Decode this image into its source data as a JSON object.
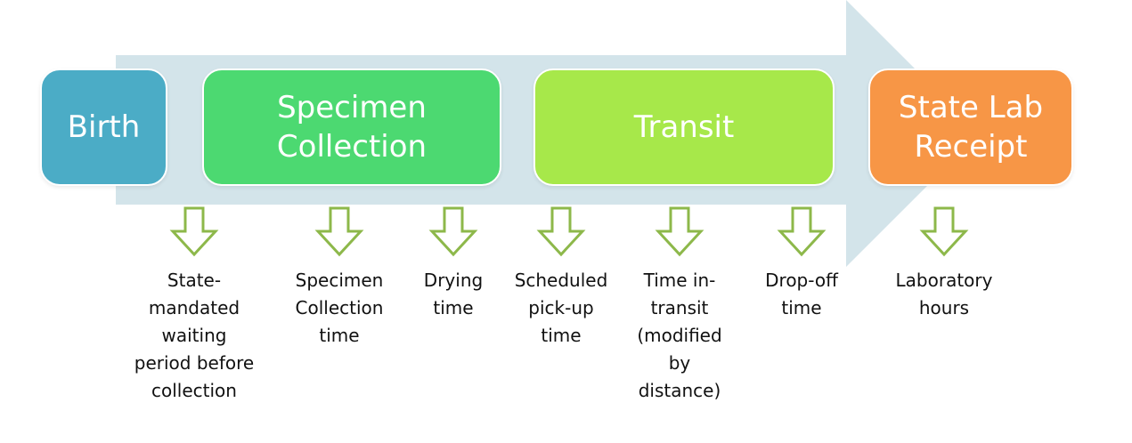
{
  "colors": {
    "background_arrow": "#D3E4EA",
    "birth": "#4BACC6",
    "specimen_collection": "#4CD971",
    "transit": "#A7E84A",
    "state_lab_receipt": "#F79646",
    "down_arrow_stroke": "#8DB84A"
  },
  "stages": [
    {
      "id": "birth",
      "label": "Birth"
    },
    {
      "id": "specimen_collection",
      "label": "Specimen\nCollection"
    },
    {
      "id": "transit",
      "label": "Transit"
    },
    {
      "id": "state_lab_receipt",
      "label": "State Lab\nReceipt"
    }
  ],
  "steps": [
    {
      "label": "State-\nmandated\nwaiting\nperiod before\ncollection",
      "icon": "down-arrow-icon"
    },
    {
      "label": "Specimen\nCollection\ntime",
      "icon": "down-arrow-icon"
    },
    {
      "label": "Drying\ntime",
      "icon": "down-arrow-icon"
    },
    {
      "label": "Scheduled\npick-up\ntime",
      "icon": "down-arrow-icon"
    },
    {
      "label": "Time in-\ntransit\n(modified\nby\ndistance)",
      "icon": "down-arrow-icon"
    },
    {
      "label": "Drop-off\ntime",
      "icon": "down-arrow-icon"
    },
    {
      "label": "Laboratory\nhours",
      "icon": "down-arrow-icon"
    }
  ]
}
